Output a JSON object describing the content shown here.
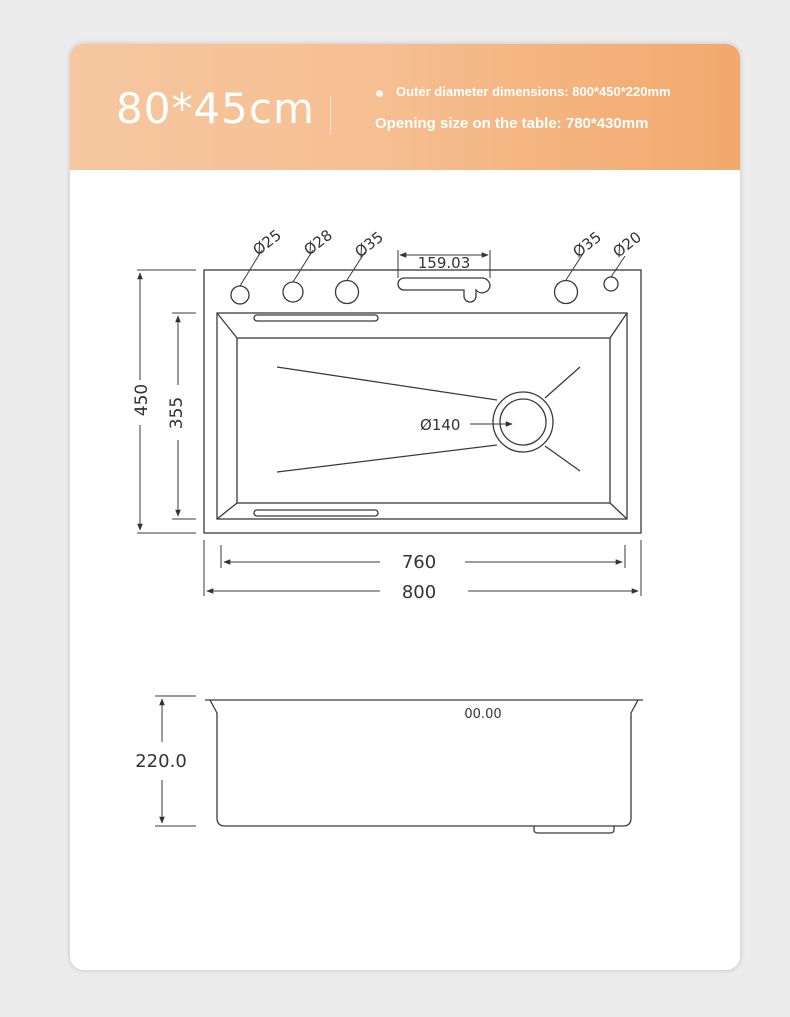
{
  "header": {
    "size_title": "80*45cm",
    "outer_dimensions": "Outer diameter dimensions: 800*450*220mm",
    "opening_size": "Opening size on the table: 780*430mm"
  },
  "top_view": {
    "hole_labels": [
      "Ø25",
      "Ø28",
      "Ø35",
      "Ø35",
      "Ø20"
    ],
    "slot_width": "159.03",
    "drain_label": "Ø140",
    "outer_height": "450",
    "inner_height": "355",
    "inner_width": "760",
    "outer_width": "800"
  },
  "side_view": {
    "depth": "220.0",
    "rim_label": "00.00"
  },
  "colors": {
    "banner_start": "#f6c7a0",
    "banner_end": "#f3a86c",
    "line": "#3a3a3a"
  }
}
